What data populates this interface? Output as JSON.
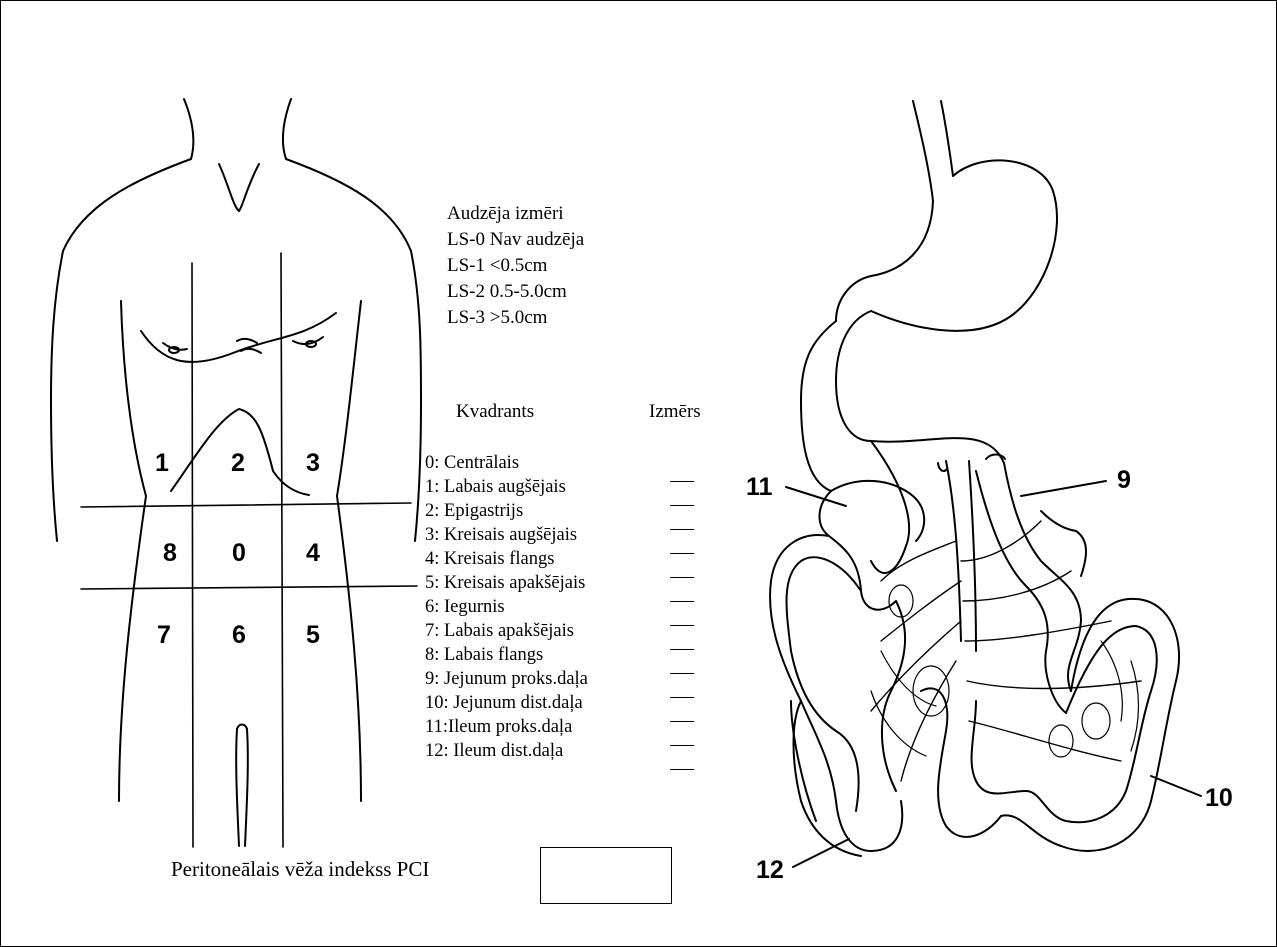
{
  "tumor_sizes": {
    "title": "Audzēja izmēri",
    "items": [
      "LS-0 Nav audzēja",
      "LS-1 <0.5cm",
      "LS-2  0.5-5.0cm",
      "LS-3  >5.0cm"
    ]
  },
  "regions_table": {
    "header_region": "Kvadrants",
    "header_size": "Izmērs",
    "rows": [
      "0: Centrālais",
      "1: Labais augšējais",
      "2: Epigastrijs",
      "3: Kreisais augšējais",
      "4: Kreisais flangs",
      "5: Kreisais apakšējais",
      "6: Iegurnis",
      "7: Labais apakšējais",
      "8: Labais flangs",
      "9: Jejunum proks.daļa",
      "10: Jejunum dist.daļa",
      "11:Ileum proks.daļa",
      "12: Ileum dist.daļa"
    ]
  },
  "abdomen_regions": [
    "1",
    "2",
    "3",
    "8",
    "0",
    "4",
    "7",
    "6",
    "5"
  ],
  "bowel_labels": [
    "9",
    "11",
    "10",
    "12"
  ],
  "pci": {
    "label": "Peritoneālais vēža indekss PCI",
    "value": ""
  }
}
